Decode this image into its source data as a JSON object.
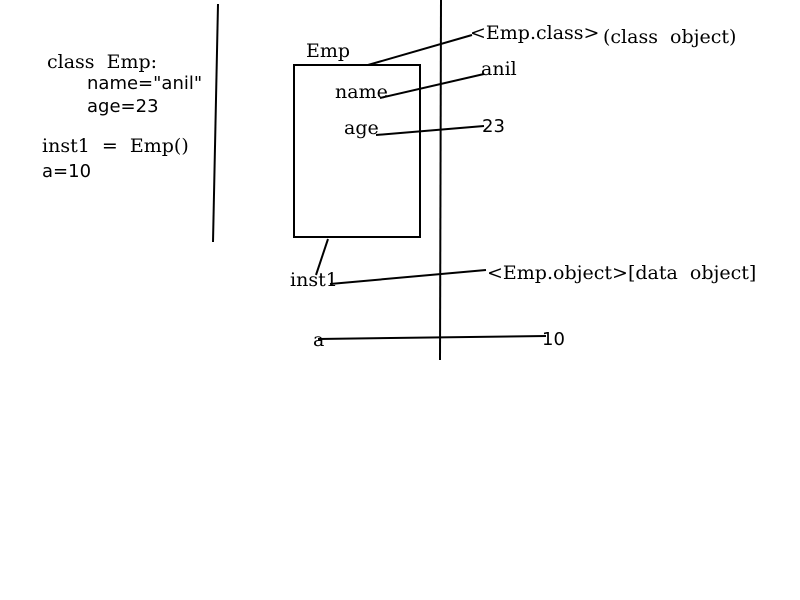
{
  "code": {
    "line1": "class  Emp:",
    "line2": "name=\"anil\"",
    "line3": "age=23",
    "line4": "inst1  =  Emp()",
    "line5": "a=10"
  },
  "class_box": {
    "title": "Emp",
    "attr_name": "name",
    "attr_age": "age",
    "instance_label": "inst1",
    "var_label": "a"
  },
  "right": {
    "class_ref": "<Emp.class>",
    "class_note": "(class  object)",
    "name_value": "anil",
    "age_value": "23",
    "object_ref": "<Emp.object>[data  object]",
    "a_value": "10"
  }
}
